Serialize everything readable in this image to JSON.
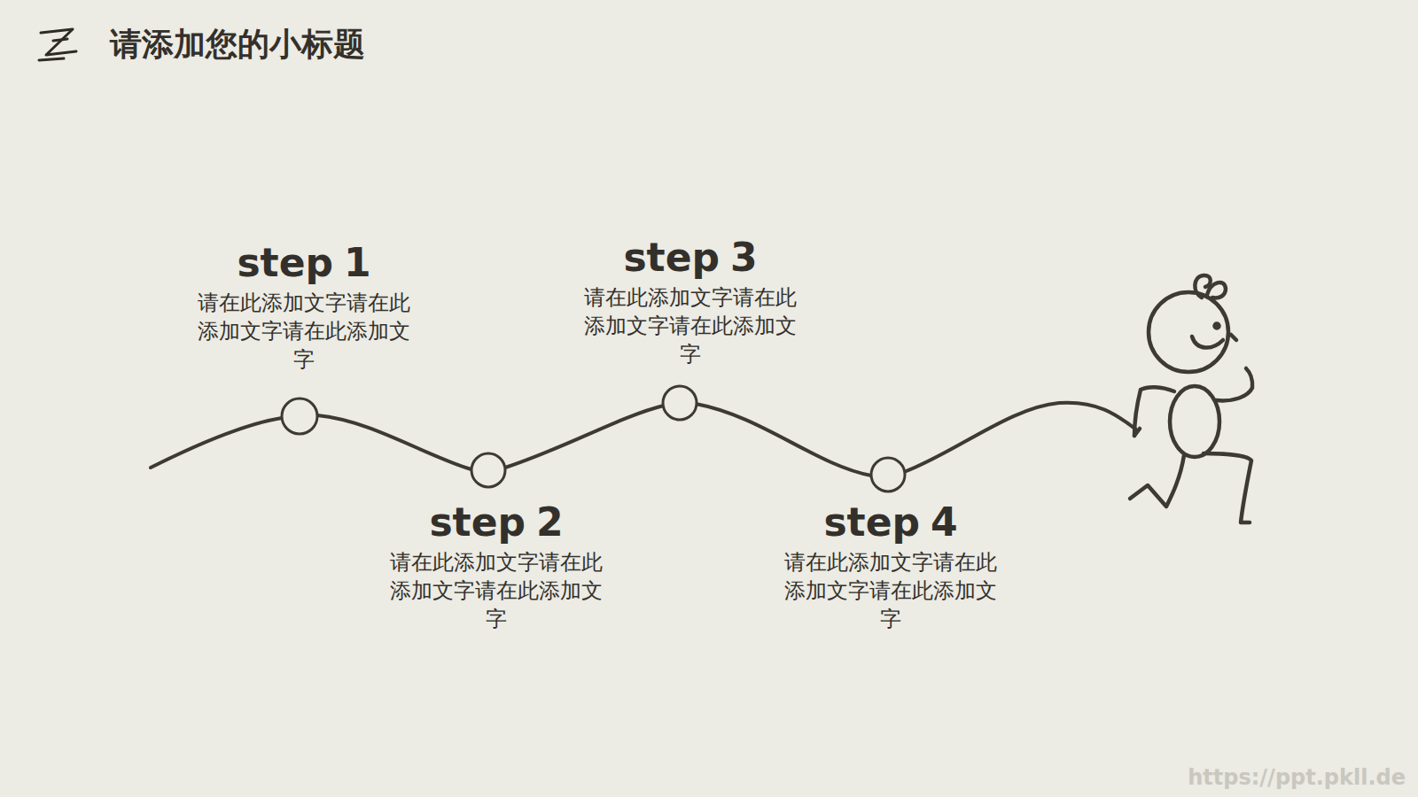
{
  "diagram": {
    "title": "请添加您的小标题",
    "nodes": [
      {
        "text": [
          "step",
          "1",
          "请在此添加文字请在此添加文字请在此添加文字"
        ]
      },
      {
        "text": [
          "step",
          "2",
          "请在此添加文字请在此添加文字请在此添加文字"
        ]
      },
      {
        "text": [
          "step",
          "3",
          "请在此添加文字请在此添加文字请在此添加文字"
        ]
      },
      {
        "text": [
          "step",
          "4",
          "请在此添加文字请在此添加文字请在此添加文字"
        ]
      }
    ],
    "labels": [
      "https://ppt.pkll.de"
    ]
  }
}
